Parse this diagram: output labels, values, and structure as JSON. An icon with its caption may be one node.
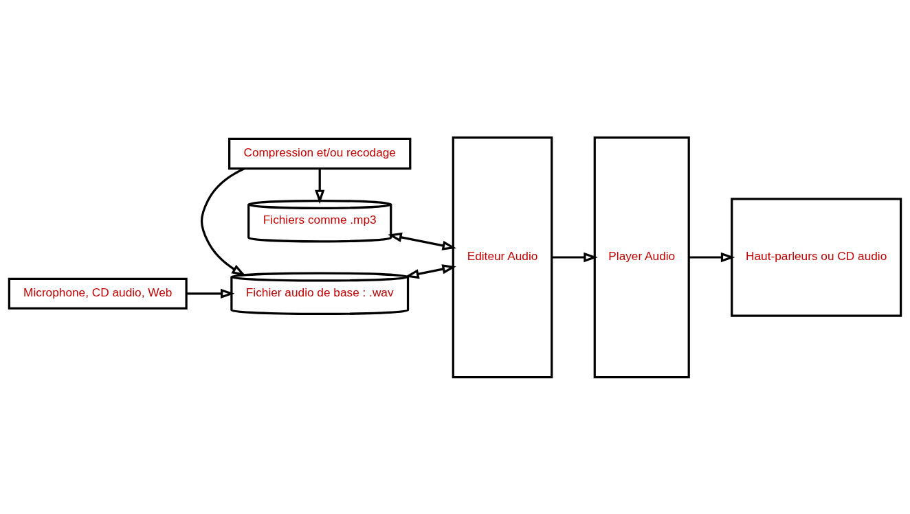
{
  "diagram": {
    "nodes": [
      {
        "text": [
          "Microphone, CD audio, Web"
        ]
      },
      {
        "text": [
          "Fichier audio de base : .wav"
        ]
      },
      {
        "text": [
          "Compression et/ou recodage"
        ]
      },
      {
        "text": [
          "Fichiers comme .mp3"
        ]
      },
      {
        "text": [
          "Editeur Audio"
        ]
      },
      {
        "text": [
          "Player Audio"
        ]
      },
      {
        "text": [
          "Haut-parleurs ou CD audio"
        ]
      }
    ],
    "edges": [
      {
        "from": 0,
        "to": 1,
        "arrow": "to"
      },
      {
        "from": 1,
        "to": 4,
        "arrow": "both"
      },
      {
        "from": 2,
        "to": 1,
        "arrow": "to"
      },
      {
        "from": 2,
        "to": 3,
        "arrow": "to"
      },
      {
        "from": 3,
        "to": 4,
        "arrow": "both"
      },
      {
        "from": 4,
        "to": 5,
        "arrow": "to"
      },
      {
        "from": 5,
        "to": 6,
        "arrow": "to"
      }
    ]
  }
}
